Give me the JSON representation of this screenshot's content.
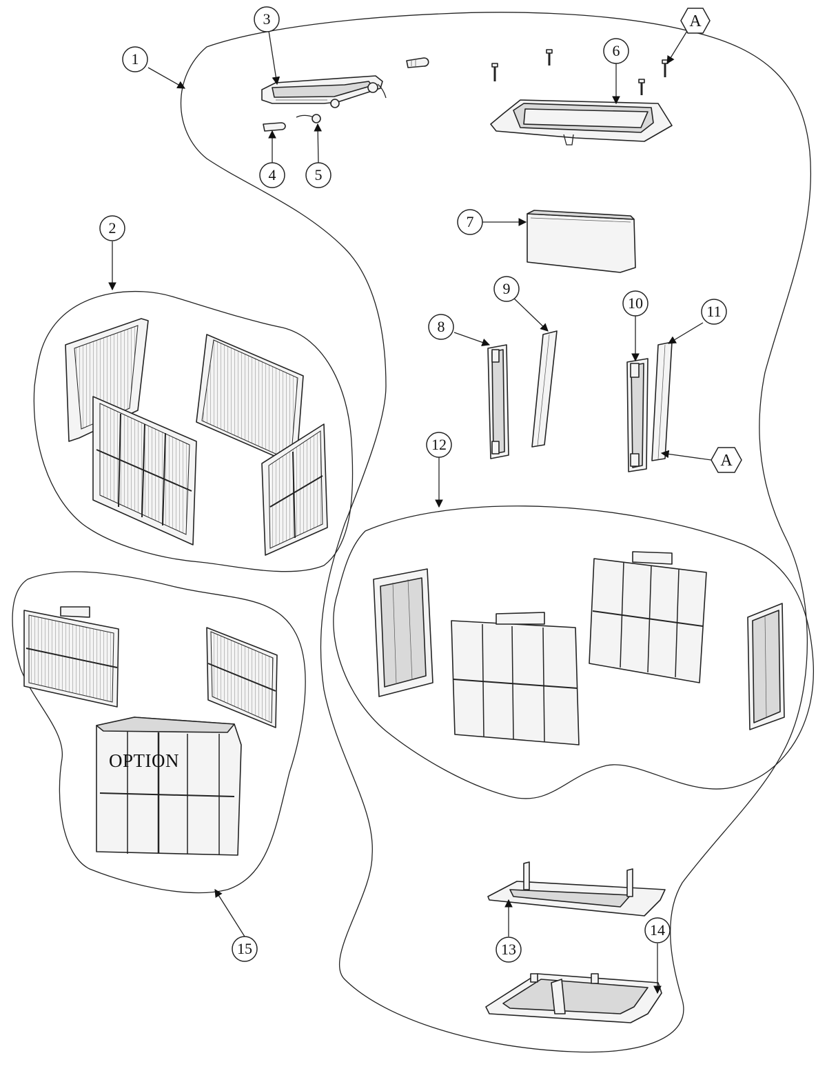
{
  "callouts": [
    {
      "label": "1"
    },
    {
      "label": "2"
    },
    {
      "label": "3"
    },
    {
      "label": "4"
    },
    {
      "label": "5"
    },
    {
      "label": "6"
    },
    {
      "label": "7"
    },
    {
      "label": "8"
    },
    {
      "label": "9"
    },
    {
      "label": "10"
    },
    {
      "label": "11"
    },
    {
      "label": "12"
    },
    {
      "label": "13"
    },
    {
      "label": "14"
    },
    {
      "label": "15"
    }
  ],
  "hex_labels": [
    {
      "label": "A"
    },
    {
      "label": "A"
    }
  ],
  "caption": "OPTION"
}
